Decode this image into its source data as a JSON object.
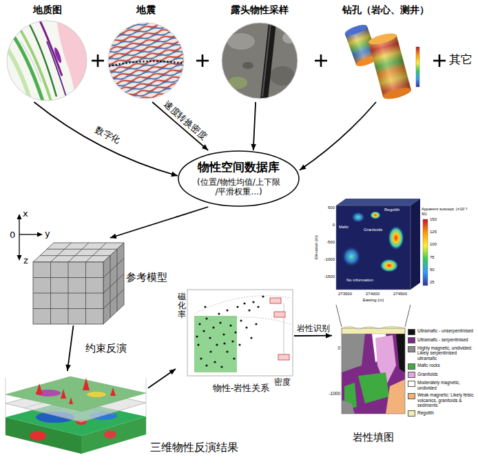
{
  "diagram": {
    "nodes": [
      {
        "text": [
          "地质图"
        ]
      },
      {
        "text": [
          "地震"
        ]
      },
      {
        "text": [
          "露头物性采样"
        ]
      },
      {
        "text": [
          "钻孔（岩心、测井）"
        ]
      },
      {
        "text": [
          "物性空间数据库",
          "(位置/物性均值/上下限 /平滑权重...)"
        ]
      },
      {
        "text": [
          "参考模型"
        ]
      },
      {
        "text": [
          "三维物性反演结果"
        ]
      },
      {
        "text": [
          "物性-岩性关系"
        ]
      },
      {
        "text": [
          "岩性填图"
        ]
      }
    ],
    "edges": [
      {
        "from": 0,
        "to": 4,
        "label": "数字化",
        "arrow": "to"
      },
      {
        "from": 1,
        "to": 4,
        "label": "速度转换密度",
        "arrow": "to"
      },
      {
        "from": 2,
        "to": 4,
        "arrow": "to"
      },
      {
        "from": 3,
        "to": 4,
        "arrow": "to"
      },
      {
        "from": 4,
        "to": 5,
        "arrow": "to"
      },
      {
        "from": 5,
        "to": 6,
        "label": "约束反演",
        "arrow": "to"
      },
      {
        "from": 6,
        "to": 7,
        "arrow": "to"
      },
      {
        "from": 7,
        "to": 8,
        "label": "岩性识别",
        "arrow": "to"
      }
    ],
    "labels": [
      "其它",
      "x",
      "0",
      "y",
      "z",
      "磁化率",
      "密度",
      "Regolith",
      "Mafic",
      "Granitoids",
      "No information",
      "Apparent suscept. (×10⁻³ SI)",
      "150",
      "125",
      "100",
      "75",
      "50",
      "25",
      "500",
      "0",
      "-500",
      "-1000",
      "-1500",
      "Elevation (m)",
      "273500",
      "274000",
      "274500",
      "Easting (m)",
      "0",
      "-1000"
    ],
    "legend": [
      {
        "text": "Ultramafic - unserpentinised",
        "color": "#111111"
      },
      {
        "text": "Ultramafic - serpentinised",
        "color": "#7d2a86"
      },
      {
        "text": "Highly magnetic, undivided: Likely serpentinised ultramafic",
        "color": "#8c8c8c"
      },
      {
        "text": "Mafic rocks",
        "color": "#3faa3f"
      },
      {
        "text": "Granitoids",
        "color": "#e3a6dd"
      },
      {
        "text": "Moderately magnetic, undivided",
        "color": "#ffffff"
      },
      {
        "text": "Weak magnetic: Likely felsic volcanics, granitoids & sediments",
        "color": "#f2b27a"
      },
      {
        "text": "Regolith",
        "color": "#f3eeb0"
      }
    ]
  }
}
